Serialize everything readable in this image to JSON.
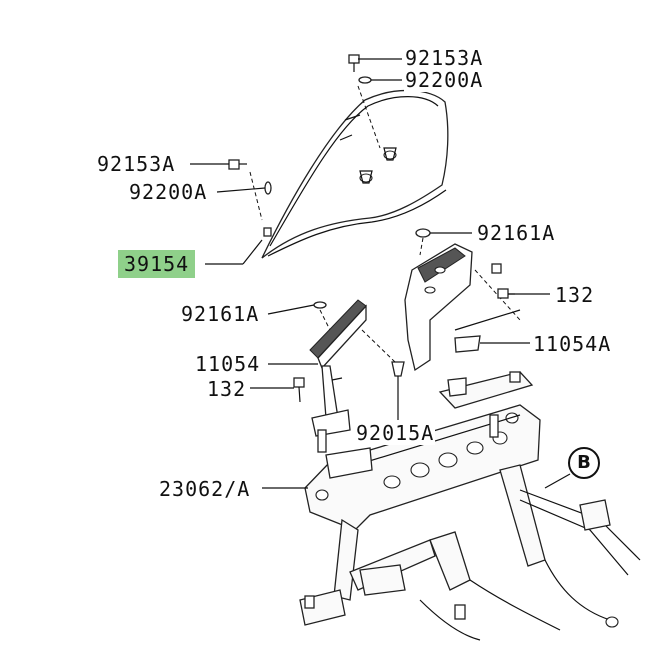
{
  "diagram": {
    "part_labels": {
      "fastener_top": "92153A",
      "washer_top": "92200A",
      "fastener_left": "92153A",
      "washer_left": "92200A",
      "windshield": "39154",
      "grommet_right": "92161A",
      "bolt_right": "132",
      "bracket_right": "11054A",
      "grommet_left": "92161A",
      "bracket_left": "11054",
      "bolt_left": "132",
      "nut_clip": "92015A",
      "stay_frame": "23062/A"
    },
    "highlighted_part": "39154",
    "highlight_color": "#8fd08a",
    "callout": "B"
  }
}
